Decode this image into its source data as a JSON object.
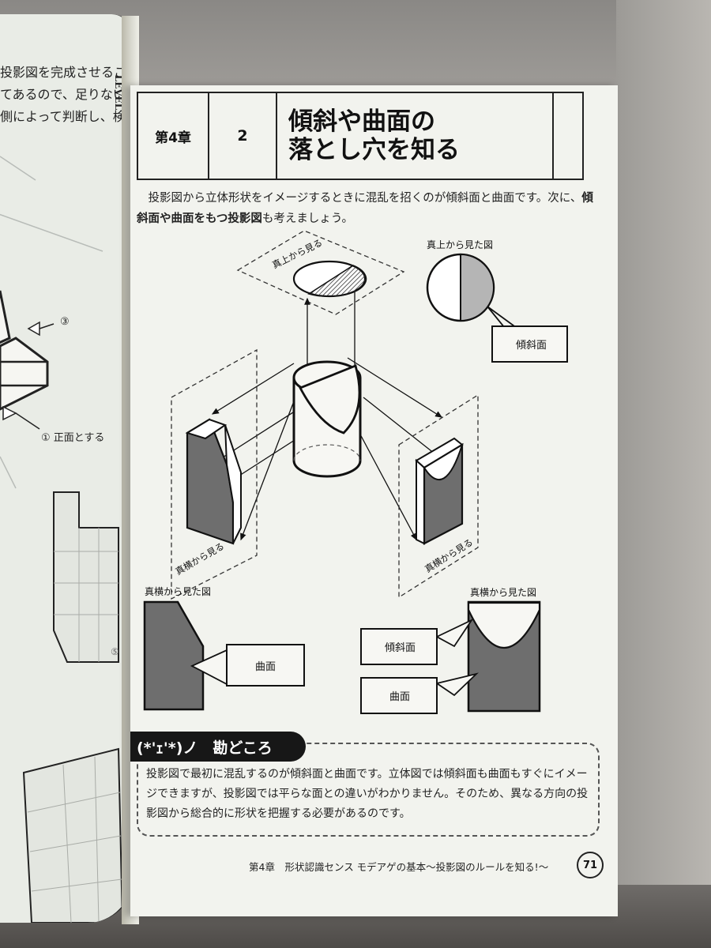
{
  "left_page": {
    "lines": [
      "投影図を完成させるこ",
      "てあるので、足りない",
      "側によって判断し、検"
    ],
    "tag": "LEVEL",
    "arrow_number_3": "③",
    "callout_1": "① 正面とする",
    "side_number": "⑤"
  },
  "header": {
    "chapter": "第4章",
    "section_number": "2",
    "title_line1": "傾斜や曲面の",
    "title_line2": "落とし穴を知る"
  },
  "intro": {
    "part1": "投影図から立体形状をイメージするときに混乱を招くのが傾斜面と曲面です。次に、",
    "bold": "傾斜面や曲面をもつ投影図",
    "part2": "も考えましょう。"
  },
  "figure": {
    "plane_top": "真上から見る",
    "top_view_title": "真上から見た図",
    "slope_label": "傾斜面",
    "plane_left": "真横から見る",
    "plane_right": "真横から見る",
    "side_view_left_title": "真横から見た図",
    "curve_label": "曲面",
    "side_view_right_title": "真横から見た図",
    "slope_label_2": "傾斜面",
    "curve_label_2": "曲面"
  },
  "kandokoro": {
    "title": "(*'ｪ'*)ノ　勘どころ",
    "body": "投影図で最初に混乱するのが傾斜面と曲面です。立体図では傾斜面も曲面もすぐにイメージできますが、投影図では平らな面との違いがわかりません。そのため、異なる方向の投影図から総合的に形状を把握する必要があるのです。"
  },
  "footer": {
    "text": "第4章　形状認識センス モデアゲの基本～投影図のルールを知る!～",
    "page_number": "71"
  }
}
